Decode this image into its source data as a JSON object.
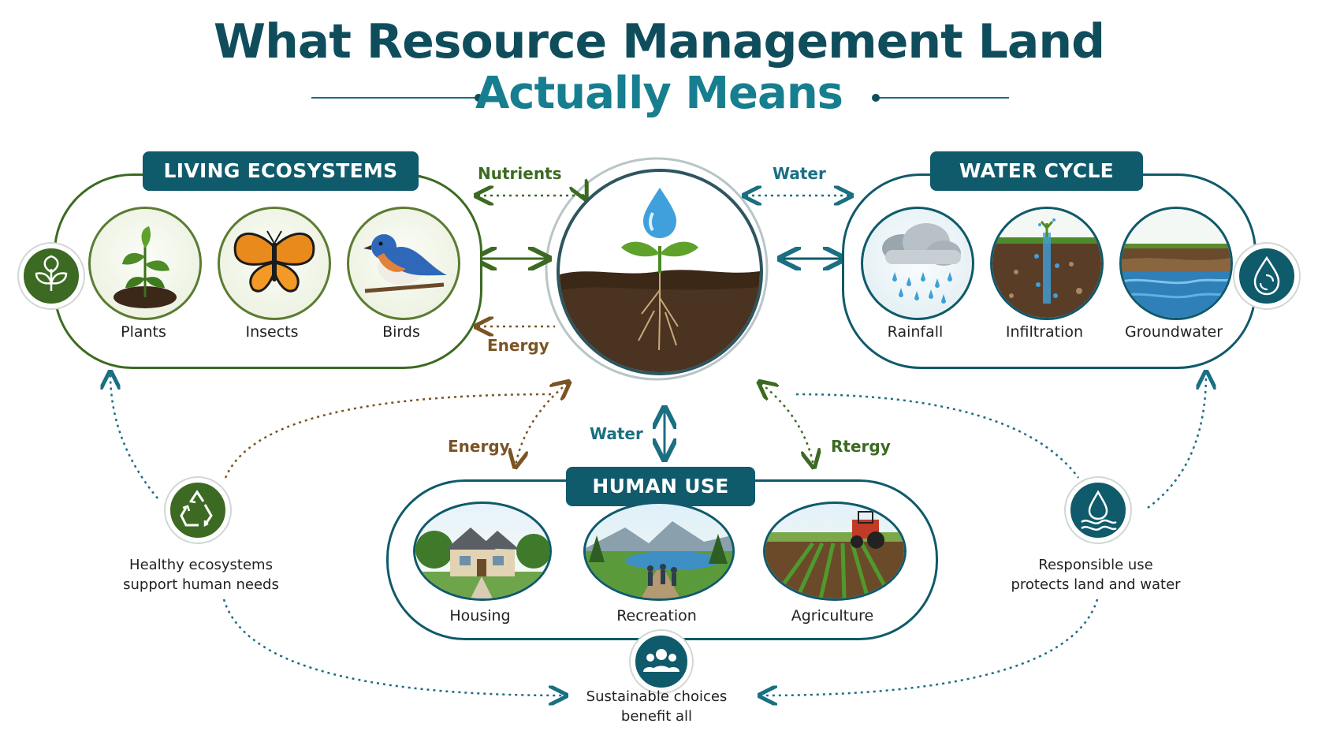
{
  "title": {
    "line1": "What Resource Management Land",
    "line2": "Actually Means"
  },
  "panels": {
    "living": {
      "label": "LIVING ECOSYSTEMS",
      "items": [
        "Plants",
        "Insects",
        "Birds"
      ],
      "icon": "leaf-icon",
      "color": "#3c6a22"
    },
    "water": {
      "label": "WATER CYCLE",
      "items": [
        "Rainfall",
        "Infiltration",
        "Groundwater"
      ],
      "icon": "water-drop-cycle-icon",
      "color": "#0f5a6b"
    },
    "human": {
      "label": "HUMAN USE",
      "items": [
        "Housing",
        "Recreation",
        "Agriculture"
      ],
      "icon": "people-icon",
      "color": "#0f5a6b"
    }
  },
  "flows": {
    "nutrients": "Nutrients",
    "water_top": "Water",
    "energy_left": "Energy",
    "energy_bottom_left": "Energy",
    "water_bottom": "Water",
    "energy_bottom_right": "Rtergy"
  },
  "notes": {
    "left": [
      "Healthy ecosystems",
      "support human needs"
    ],
    "right": [
      "Responsible use",
      "protects land and water"
    ],
    "bottom": [
      "Sustainable choices",
      "benefit all"
    ]
  },
  "icons": {
    "recycle": "recycle-icon",
    "water_hand": "water-protection-icon"
  },
  "colors": {
    "green": "#3c6a22",
    "teal": "#0f5a6b",
    "brown": "#7a5424",
    "dot_teal": "#1a6f82"
  }
}
